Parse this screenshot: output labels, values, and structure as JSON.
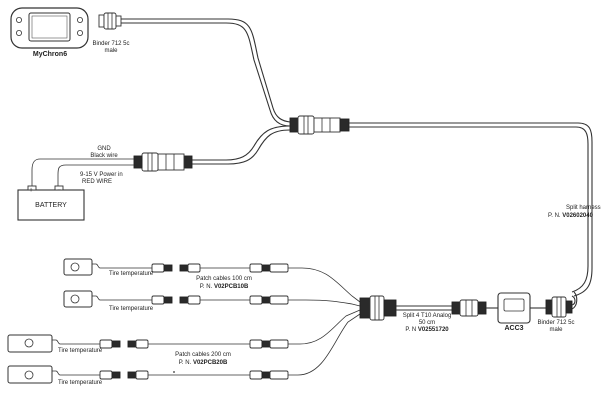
{
  "device": {
    "name": "MyChron6"
  },
  "binder_male": {
    "line1": "Binder 712 5c",
    "line2": "male"
  },
  "gnd": {
    "line1": "GND",
    "line2": "Black wire"
  },
  "power": {
    "line1": "9-15 V Power in",
    "line2": "RED WIRE"
  },
  "battery": {
    "label": "BATTERY",
    "plus": "+",
    "minus": "−"
  },
  "split_harness": {
    "line1": "Split harness",
    "line2_prefix": "P. N. ",
    "pn": "V02602040"
  },
  "sensors": [
    {
      "label": "Tire temperature"
    },
    {
      "label": "Tire temperature"
    },
    {
      "label": "Tire temperature"
    },
    {
      "label": "Tire temperature"
    }
  ],
  "patch100": {
    "line1": "Patch cables 100 cm",
    "line2_prefix": "P. N. ",
    "pn": "V02PCB10B"
  },
  "patch200": {
    "line1": "Patch cables 200 cm",
    "line2_prefix": "P. N. ",
    "pn": "V02PCB20B"
  },
  "split4": {
    "line1": "Split 4 T10 Analog",
    "line2": "50 cm",
    "line3_prefix": "P. N ",
    "pn": "V02551720"
  },
  "acc3": {
    "label": "ACC3"
  },
  "binder_male_right": {
    "line1": "Binder 712 5c",
    "line2": "male"
  },
  "colors": {
    "ink": "#333333",
    "text": "#222222",
    "background": "#ffffff"
  }
}
